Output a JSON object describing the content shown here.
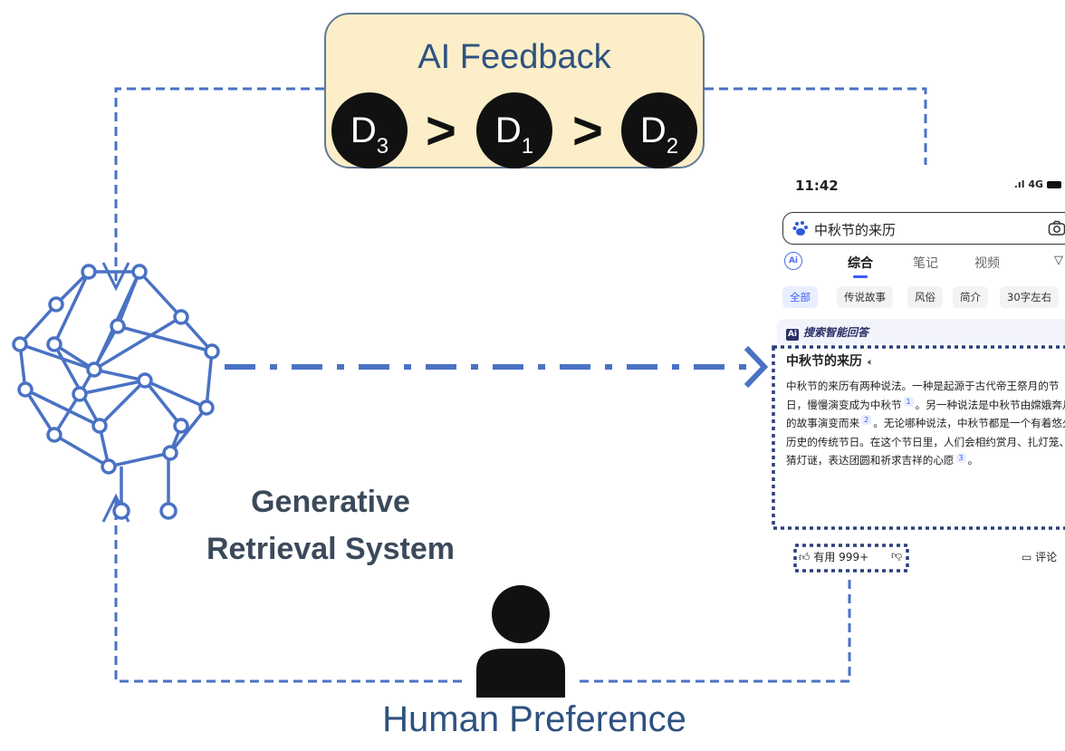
{
  "ai_feedback": {
    "title": "AI Feedback",
    "ranking": [
      {
        "base": "D",
        "sub": "3"
      },
      {
        "base": "D",
        "sub": "1"
      },
      {
        "base": "D",
        "sub": "2"
      }
    ],
    "operator": ">"
  },
  "system": {
    "label_line1": "Generative",
    "label_line2": "Retrieval System"
  },
  "human": {
    "label": "Human Preference"
  },
  "phone": {
    "time": "11:42",
    "network": "4G",
    "query": "中秋节的来历",
    "ai_badge": "Ai",
    "tabs": [
      "综合",
      "笔记",
      "视频"
    ],
    "filter_label": "▽",
    "chips": [
      "全部",
      "传说故事",
      "风俗",
      "简介",
      "30字左右"
    ],
    "ai_panel_title": "搜索智能回答",
    "ai_panel_logo": "Ai",
    "answer_title": "中秋节的来历",
    "answer_part1": "中秋节的来历有两种说法。一种是起源于古代帝王祭月的节日，慢慢演变成为中秋节",
    "cite1": "1",
    "answer_part2": "。另一种说法是中秋节由嫦娥奔月的故事演变而来",
    "cite2": "2",
    "answer_part3": "。无论哪种说法，中秋节都是一个有着悠久历史的传统节日。在这个节日里，人们会相约赏月、扎灯笼、猜灯谜，表达团圆和祈求吉祥的心愿",
    "cite3": "3",
    "answer_part4": "。",
    "like_label": "有用 999+",
    "comment_label": "评论"
  },
  "colors": {
    "arrow": "#4a72c4",
    "brain": "#4a72c4",
    "box_fill": "#fbeec8",
    "box_border": "#5f7a95",
    "label_blue": "#2e5280"
  }
}
